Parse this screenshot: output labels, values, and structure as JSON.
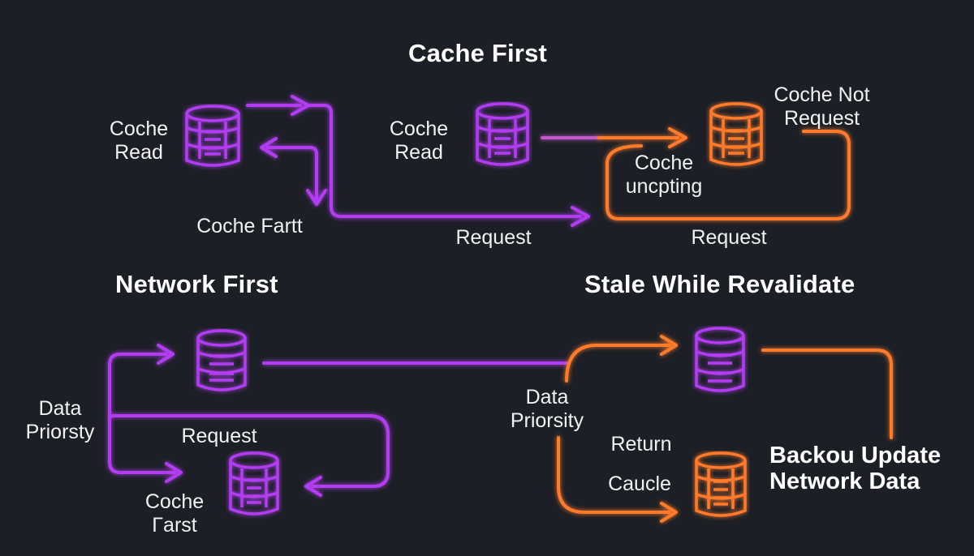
{
  "sections": {
    "cache_first": {
      "title": "Cache First",
      "left_label": "Coche\nRead",
      "middle_label": "Coche\nRead",
      "fallback_label": "Coche Fartt",
      "request_label_a": "Request",
      "updating_label": "Coche\nuncpting",
      "not_request_label": "Coche Not\nRequest",
      "request_label_b": "Request"
    },
    "network_first": {
      "title": "Network First",
      "priority_label": "Data\nPriorsty",
      "request_label": "Request",
      "cache_label": "Coche\nΓarst"
    },
    "stale_while_revalidate": {
      "title": "Stale While Revalidate",
      "priority_label": "Data\nPriorsity",
      "return_label": "Return",
      "cache_label": "Caucle",
      "background_label": "Backou Update\nNetwork Data"
    }
  },
  "colors": {
    "background": "#1c1f26",
    "purple": "#b23df0",
    "purple_glow": "#9b2fe0",
    "orange": "#ff7a2a",
    "orange_glow": "#ff5a10",
    "text": "#f2f2f2"
  },
  "icons": [
    "database-icon",
    "arrow-icon"
  ]
}
